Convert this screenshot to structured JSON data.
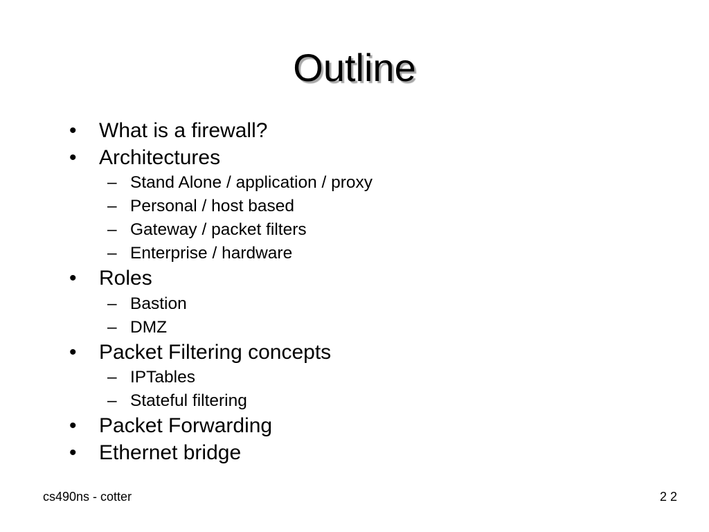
{
  "slide": {
    "title": "Outline",
    "items": [
      {
        "level": 1,
        "marker": "•",
        "text": "What is a firewall?"
      },
      {
        "level": 1,
        "marker": "•",
        "text": "Architectures"
      },
      {
        "level": 2,
        "marker": "–",
        "text": "Stand Alone / application / proxy"
      },
      {
        "level": 2,
        "marker": "–",
        "text": "Personal / host based"
      },
      {
        "level": 2,
        "marker": "–",
        "text": "Gateway / packet filters"
      },
      {
        "level": 2,
        "marker": "–",
        "text": "Enterprise / hardware"
      },
      {
        "level": 1,
        "marker": "•",
        "text": "Roles"
      },
      {
        "level": 2,
        "marker": "–",
        "text": "Bastion"
      },
      {
        "level": 2,
        "marker": "–",
        "text": "DMZ"
      },
      {
        "level": 1,
        "marker": "•",
        "text": "Packet Filtering concepts"
      },
      {
        "level": 2,
        "marker": "–",
        "text": "IPTables"
      },
      {
        "level": 2,
        "marker": "–",
        "text": "Stateful filtering"
      },
      {
        "level": 1,
        "marker": "•",
        "text": "Packet Forwarding"
      },
      {
        "level": 1,
        "marker": "•",
        "text": "Ethernet bridge"
      }
    ],
    "footer": {
      "left": "cs490ns - cotter",
      "right": "2 2"
    }
  },
  "colors": {
    "background": "#ffffff",
    "text": "#000000",
    "title_shadow": "#a8a8a8"
  }
}
